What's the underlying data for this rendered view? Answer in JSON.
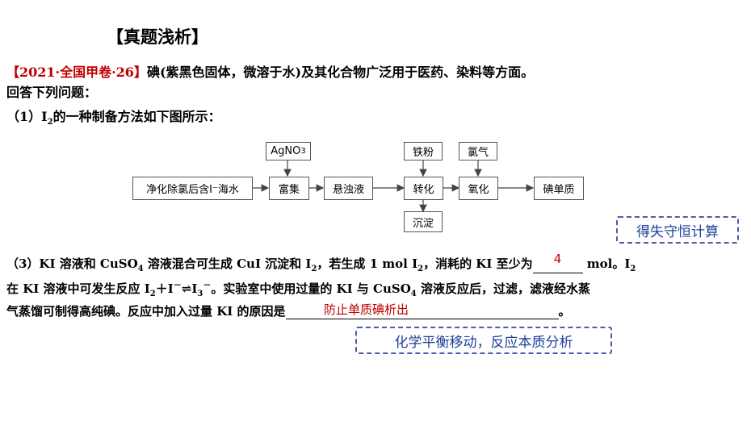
{
  "heading": "【真题浅析】",
  "source_tag": "【2021·全国甲卷·26】",
  "intro_line1": "碘(紫黑色固体，微溶于水)及其化合物广泛用于医药、染料等方面。",
  "intro_line2": "回答下列问题：",
  "q1_prefix": "（1）I",
  "q1_sub": "2",
  "q1_suffix": "的一种制备方法如下图所示：",
  "flow": {
    "start": "净化除氯后含I⁻海水",
    "enrich": "富集",
    "agno3_main": "AgNO",
    "agno3_sub": "3",
    "suspension": "悬浊液",
    "transform": "转化",
    "iron": "铁粉",
    "precipitate": "沉淀",
    "oxidize": "氧化",
    "chlorine": "氯气",
    "iodine": "碘单质"
  },
  "callout_top": "得失守恒计算",
  "q3": {
    "p1": "（3）KI 溶液和 CuSO",
    "p1_sub": "4",
    "p2": " 溶液混合可生成 CuI 沉淀和 I",
    "p2_sub": "2",
    "p3": "，若生成 1 mol I",
    "p3_sub": "2",
    "p4": "，消耗的 KI 至少为",
    "answer1": "4",
    "p5": " mol。I",
    "p5_sub": "2",
    "l2a": "在 KI 溶液中可发生反应 I",
    "l2a_sub": "2",
    "l2b": "＋I",
    "l2b_sup": "－",
    "l2c": "⇌I",
    "l2c_sub": "3",
    "l2c_sup": "－",
    "l2d": "。实验室中使用过量的 KI 与 CuSO",
    "l2d_sub": "4",
    "l2e": " 溶液反应后，过滤，滤液经水蒸",
    "l3a": "气蒸馏可制得高纯碘。反应中加入过量 KI 的原因是",
    "answer2": "防止单质碘析出",
    "l3b": "。"
  },
  "callout_bottom": "化学平衡移动，反应本质分析"
}
